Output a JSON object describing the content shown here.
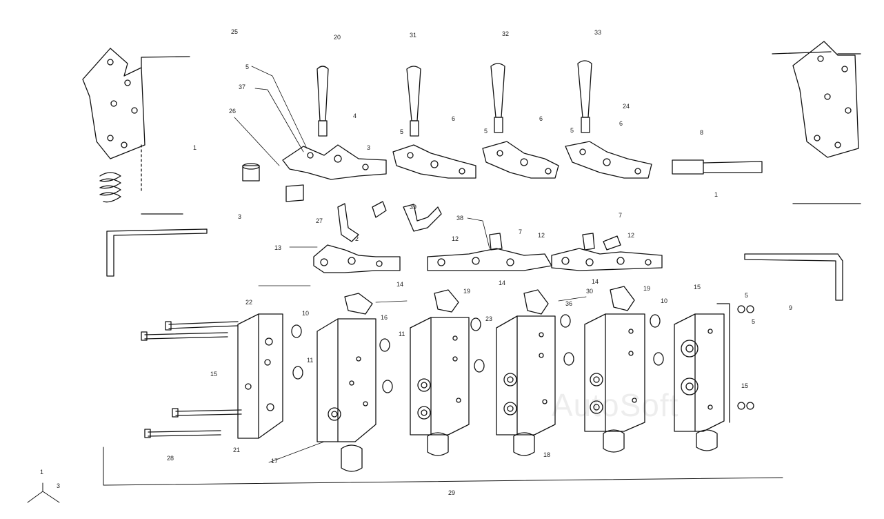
{
  "diagram": {
    "callouts": {
      "c25": "25",
      "c20": "20",
      "c31": "31",
      "c32": "32",
      "c33": "33",
      "c5a": "5",
      "c37": "37",
      "c26": "26",
      "c4a": "4",
      "c3a": "3",
      "c5b": "5",
      "c6a": "6",
      "c5c": "5",
      "c6b": "6",
      "c5d": "5",
      "c6c": "6",
      "c24": "24",
      "c8": "8",
      "c1a": "1",
      "c1b": "1",
      "c3b": "3",
      "c38": "38",
      "c7a": "7",
      "c7b": "7",
      "c12a": "12",
      "c12b": "12",
      "c12c": "12",
      "c13": "13",
      "c2": "2",
      "c22a": "22",
      "c14a": "14",
      "c14b": "14",
      "c14c": "14",
      "c15a": "15",
      "c15b": "15",
      "c15c": "15",
      "c19a": "19",
      "c19b": "19",
      "c10a": "10",
      "c10b": "10",
      "c11a": "11",
      "c11b": "11",
      "c23": "23",
      "c9": "9",
      "c16": "16",
      "c17": "17",
      "c18": "18",
      "c21": "21",
      "c28": "28",
      "c29": "29",
      "c30": "30",
      "c5e": "5",
      "c5f": "5",
      "c27": "27",
      "c39": "39",
      "c36": "36"
    },
    "axis_labels": {
      "x": "3",
      "y": "1"
    },
    "watermark": "AutoSoft"
  }
}
